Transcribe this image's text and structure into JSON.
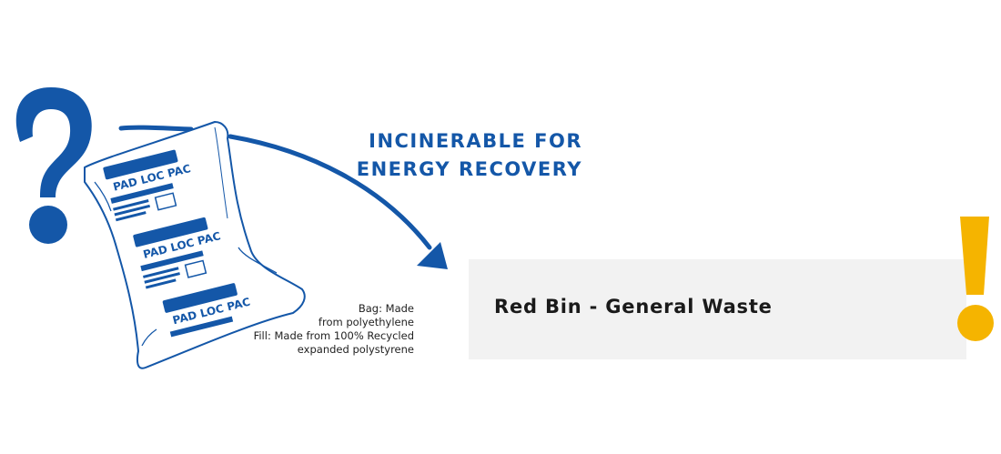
{
  "headline": {
    "line1": "INCINERABLE FOR",
    "line2": "ENERGY RECOVERY"
  },
  "caption": {
    "line1": "Bag: Made",
    "line2": "from polyethylene",
    "line3": "Fill: Made from 100% Recycled",
    "line4": "expanded polystyrene"
  },
  "result": {
    "label": "Red Bin - General Waste"
  },
  "product": {
    "brand": "PAD LOC PAC"
  },
  "icons": {
    "question": "question-mark-icon",
    "exclamation": "exclamation-mark-icon",
    "arrow": "curved-arrow"
  },
  "colors": {
    "brand_blue": "#1457a8",
    "accent_yellow": "#f5b400",
    "box_grey": "#f2f2f2"
  }
}
